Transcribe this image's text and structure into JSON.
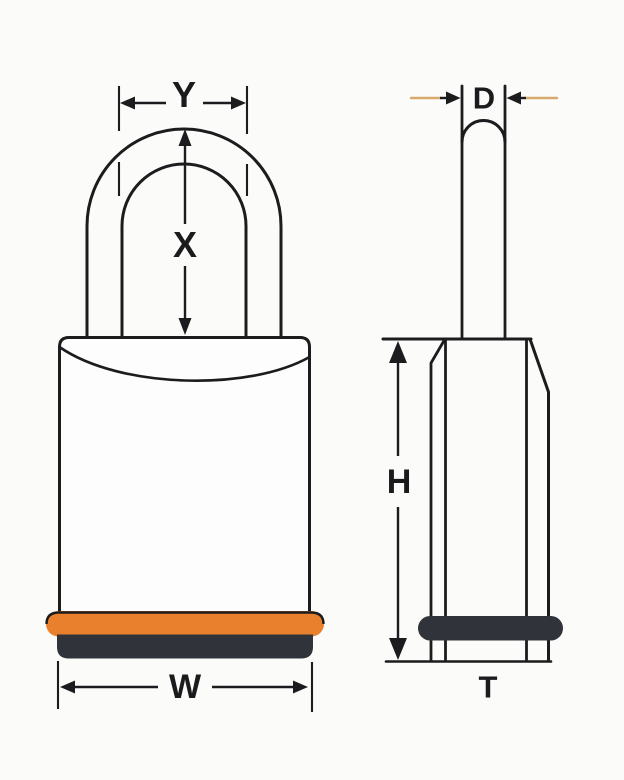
{
  "diagram": {
    "kind": "padlock-dimension-diagram",
    "views": {
      "front": {
        "labels": {
          "shackle_width": "Y",
          "shackle_clearance": "X",
          "body_width": "W"
        }
      },
      "side": {
        "labels": {
          "shackle_diameter": "D",
          "body_height": "H",
          "body_thickness": "T"
        }
      }
    },
    "colors": {
      "background": "#fbfbfa",
      "line": "#1c1c1e",
      "body_fill": "#fdfdfd",
      "bumper_orange": "#e8802e",
      "bumper_dark": "#30343a",
      "leader_tan": "#d8a96c",
      "label": "#1b1b1d"
    }
  }
}
